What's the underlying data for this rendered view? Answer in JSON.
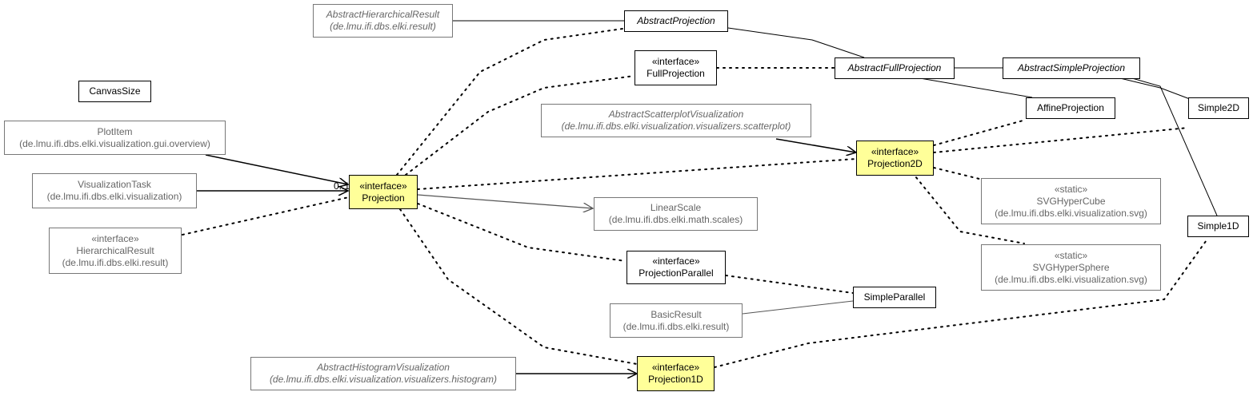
{
  "nodes": {
    "abstract_hierarchical_result": {
      "name": "AbstractHierarchicalResult",
      "pkg": "(de.lmu.ifi.dbs.elki.result)"
    },
    "abstract_projection": {
      "name": "AbstractProjection"
    },
    "full_projection": {
      "stereotype": "«interface»",
      "name": "FullProjection"
    },
    "abstract_full_projection": {
      "name": "AbstractFullProjection"
    },
    "abstract_simple_projection": {
      "name": "AbstractSimpleProjection"
    },
    "canvas_size": {
      "name": "CanvasSize"
    },
    "plot_item": {
      "name": "PlotItem",
      "pkg": "(de.lmu.ifi.dbs.elki.visualization.gui.overview)"
    },
    "abstract_scatterplot_visualization": {
      "name": "AbstractScatterplotVisualization",
      "pkg": "(de.lmu.ifi.dbs.elki.visualization.visualizers.scatterplot)"
    },
    "affine_projection": {
      "name": "AffineProjection"
    },
    "simple_2d": {
      "name": "Simple2D"
    },
    "visualization_task": {
      "name": "VisualizationTask",
      "pkg": "(de.lmu.ifi.dbs.elki.visualization)"
    },
    "projection": {
      "stereotype": "«interface»",
      "name": "Projection"
    },
    "projection_2d": {
      "stereotype": "«interface»",
      "name": "Projection2D"
    },
    "svg_hyper_cube": {
      "stereotype": "«static»",
      "name": "SVGHyperCube",
      "pkg": "(de.lmu.ifi.dbs.elki.visualization.svg)"
    },
    "linear_scale": {
      "name": "LinearScale",
      "pkg": "(de.lmu.ifi.dbs.elki.math.scales)"
    },
    "hierarchical_result": {
      "stereotype": "«interface»",
      "name": "HierarchicalResult",
      "pkg": "(de.lmu.ifi.dbs.elki.result)"
    },
    "simple_1d": {
      "name": "Simple1D"
    },
    "svg_hyper_sphere": {
      "stereotype": "«static»",
      "name": "SVGHyperSphere",
      "pkg": "(de.lmu.ifi.dbs.elki.visualization.svg)"
    },
    "projection_parallel": {
      "stereotype": "«interface»",
      "name": "ProjectionParallel"
    },
    "simple_parallel": {
      "name": "SimpleParallel"
    },
    "basic_result": {
      "name": "BasicResult",
      "pkg": "(de.lmu.ifi.dbs.elki.result)"
    },
    "abstract_histogram_visualization": {
      "name": "AbstractHistogramVisualization",
      "pkg": "(de.lmu.ifi.dbs.elki.visualization.visualizers.histogram)"
    },
    "projection_1d": {
      "stereotype": "«interface»",
      "name": "Projection1D"
    }
  },
  "multiplicity_label": "0..1",
  "colors": {
    "highlight": "#ffff99",
    "grey_text": "#666666",
    "grey_border": "#777777",
    "line": "#000000",
    "grey_line": "#555555"
  }
}
